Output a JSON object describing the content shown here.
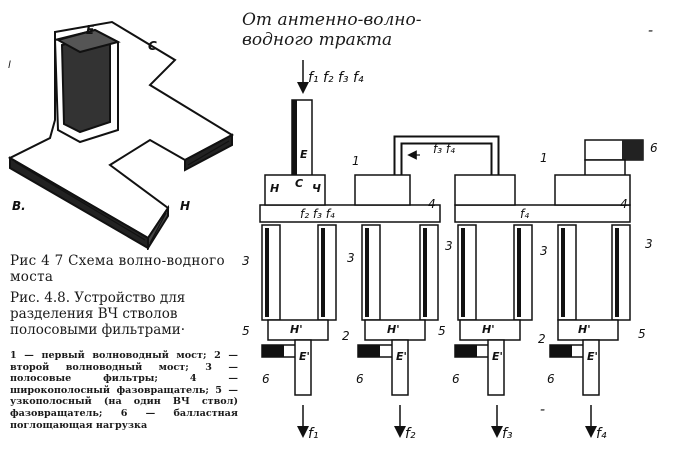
{
  "fig47": {
    "labels": {
      "e": "E",
      "c": "C",
      "b": "B.",
      "h": "H"
    },
    "caption": "Рис 4 7  Схема волно-водного моста",
    "stray_mark": "l"
  },
  "fig48": {
    "caption": "Рис. 4.8. Устройство для разделения ВЧ стволов полосовыми фильтрами·",
    "legend": "1 — первый волноводный мост; 2 — второй волноводный мост; 3 — полосовые фильтры; 4 — широкополосный фазовращатель; 5 — узкополосный (на один ВЧ ствол) фазовращатель; 6 — балластная поглощающая нагрузка",
    "source_line1": "От антенно-волно-",
    "source_line2": "водного тракта",
    "input_freqs": "f₁ f₂ f₃ f₄",
    "top_bridge_freqs": "f₃ f₄",
    "inner_freqs_1": "f₂ f₃ f₄",
    "inner_freqs_2": "f₄",
    "load_label": "6",
    "callouts": {
      "n1": "1",
      "n2": "2",
      "n3": "3",
      "n4": "4",
      "n5": "5",
      "n6": "6"
    },
    "port_labels": {
      "e": "E",
      "h": "H",
      "c": "C",
      "ch": "Ч",
      "hp": "H'",
      "ep": "E'"
    },
    "outputs": [
      "f₁",
      "f₂",
      "f₃",
      "f₄"
    ],
    "dash_marks": [
      "-",
      "-"
    ]
  }
}
